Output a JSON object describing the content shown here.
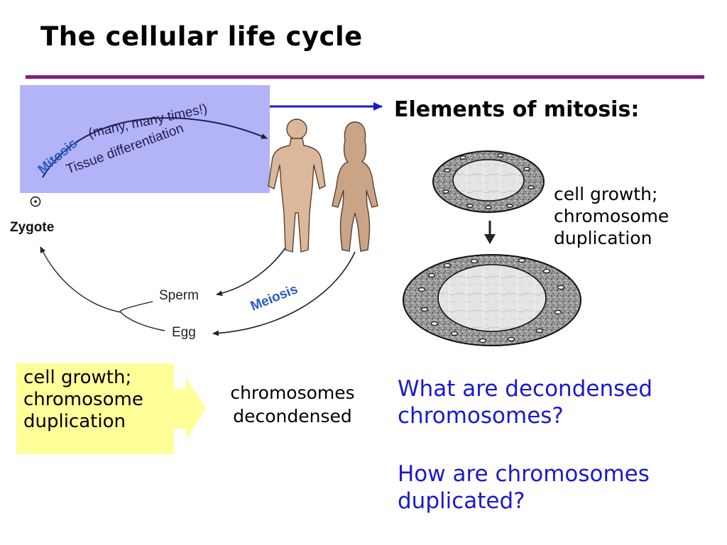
{
  "slide": {
    "title": "The cellular life cycle",
    "elements_heading": "Elements of mitosis:",
    "cell_growth_caption": [
      "cell growth;",
      "chromosome",
      "duplication"
    ],
    "yellow_box_text": [
      "cell growth;",
      "chromosome",
      "duplication"
    ],
    "decondensed_text": [
      "chromosomes",
      "decondensed"
    ],
    "questions": [
      "What are decondensed chromosomes?",
      "How are chromosomes duplicated?"
    ],
    "questions_lines": [
      [
        "What are decondensed",
        "chromosomes?"
      ],
      [
        "How are chromosomes",
        "duplicated?"
      ]
    ]
  },
  "lifecycle": {
    "mitosis_word": "Mitosis",
    "mitosis_note": "(many, many times!)",
    "tissue_differentiation": "Tissue differentiation",
    "zygote": "Zygote",
    "sperm": "Sperm",
    "egg": "Egg",
    "meiosis": "Meiosis"
  },
  "colors": {
    "rule": "#8a1a7a",
    "band": "#b3b3f8",
    "question_text": "#1a1acc",
    "meiosis_text": "#2a5cc8",
    "arrow_blue": "#1a1acc",
    "yellow": "#ffff99",
    "skin_male": "#dbb89a",
    "skin_female": "#c9a486"
  },
  "icons": [
    "zygote-symbol-icon",
    "down-arrow-icon",
    "right-block-arrow-icon"
  ]
}
